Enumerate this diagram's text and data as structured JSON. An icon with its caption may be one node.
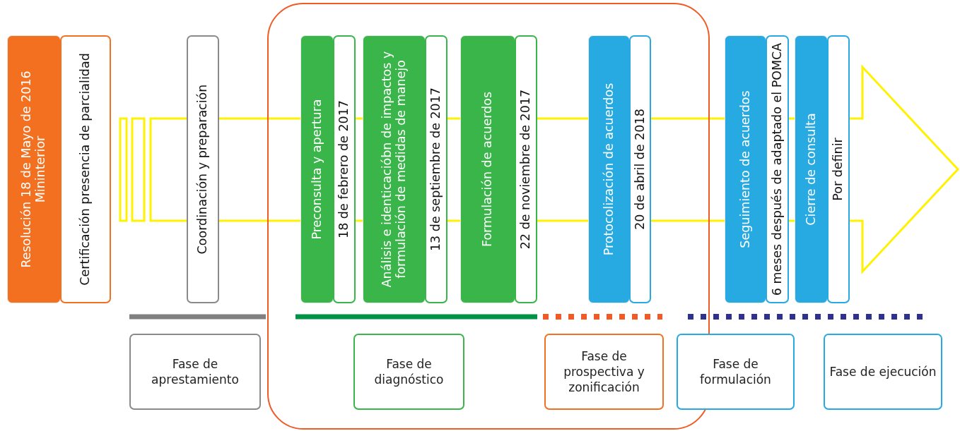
{
  "diagram": {
    "nodes": [
      {
        "text": [
          "Resolución 18 de Mayo de 2016 Mininterior"
        ]
      },
      {
        "text": [
          "Certificación presencia de parcialidad"
        ]
      },
      {
        "text": [
          "Coordinación y preparación"
        ]
      },
      {
        "text": [
          "Preconsulta y apertura"
        ]
      },
      {
        "text": [
          "18 de febrero de 2017"
        ]
      },
      {
        "text": [
          "Análisis e identicacióbn de impactos y formulación de medidas de manejo"
        ]
      },
      {
        "text": [
          "13 de septiembre de 2017"
        ]
      },
      {
        "text": [
          "Formulación de acuerdos"
        ]
      },
      {
        "text": [
          "22 de noviembre de 2017"
        ]
      },
      {
        "text": [
          "Protocolización de acuerdos"
        ]
      },
      {
        "text": [
          "20 de abril de 2018"
        ]
      },
      {
        "text": [
          "Seguimiento de acuerdos"
        ]
      },
      {
        "text": [
          "6 meses después de adaptado el POMCA"
        ]
      },
      {
        "text": [
          "Cierre de consulta"
        ]
      },
      {
        "text": [
          "Por definir"
        ]
      },
      {
        "text": [
          "Fase de aprestamiento"
        ]
      },
      {
        "text": [
          "Fase de diagnóstico"
        ]
      },
      {
        "text": [
          "Fase de prospectiva y zonificación"
        ]
      },
      {
        "text": [
          "Fase de formulación"
        ]
      },
      {
        "text": [
          "Fase de ejecución"
        ]
      }
    ]
  }
}
